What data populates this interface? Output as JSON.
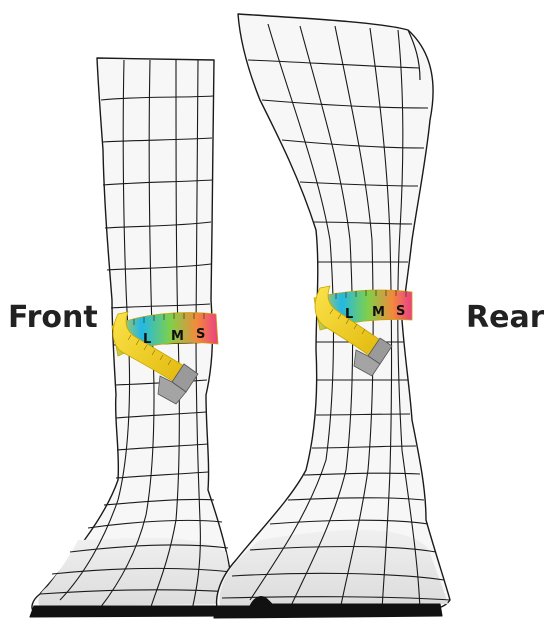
{
  "labels": {
    "front": "Front",
    "rear": "Rear"
  },
  "tape_sizes": [
    "L",
    "M",
    "S"
  ],
  "colors": {
    "outline": "#1a1a1a",
    "leg_fill": "#f7f7f7",
    "hoof_fill": "#e6e6e6",
    "shoe": "#111111",
    "tape_yellow": "#f2d21b",
    "tape_edge": "#c9a500",
    "tape_end": "#9a9a9a",
    "size_l": "#22b8e6",
    "size_m": "#7fd04a",
    "size_s": "#ec3f86"
  },
  "icons": {
    "front_leg": "horse-front-leg-icon",
    "rear_leg": "horse-rear-leg-icon",
    "tape": "measuring-tape-icon"
  }
}
